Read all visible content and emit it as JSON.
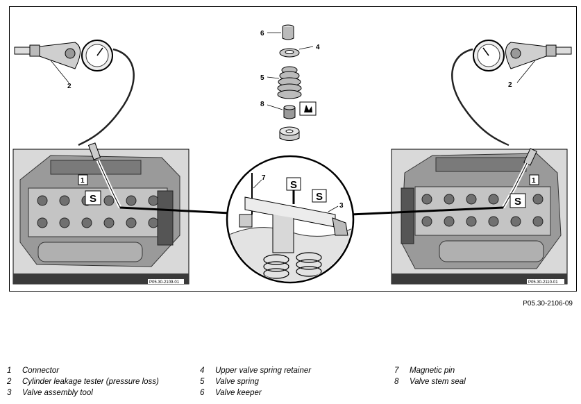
{
  "figure": {
    "id_label": "P05.30-2106-09",
    "left_photo_code": "P05.30-2109-01",
    "right_photo_code": "P05.30-2110-01",
    "tool_symbol": "S",
    "callouts": {
      "c1": "1",
      "c2": "2",
      "c3": "3",
      "c4": "4",
      "c5": "5",
      "c6": "6",
      "c7": "7",
      "c8": "8"
    }
  },
  "legend": [
    {
      "num": "1",
      "text": "Connector"
    },
    {
      "num": "2",
      "text": "Cylinder leakage tester (pressure loss)"
    },
    {
      "num": "3",
      "text": "Valve assembly tool"
    },
    {
      "num": "4",
      "text": "Upper valve spring retainer"
    },
    {
      "num": "5",
      "text": "Valve spring"
    },
    {
      "num": "6",
      "text": "Valve keeper"
    },
    {
      "num": "7",
      "text": "Magnetic pin"
    },
    {
      "num": "8",
      "text": "Valve stem seal"
    }
  ]
}
